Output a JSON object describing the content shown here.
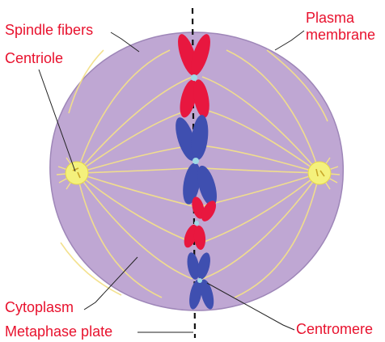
{
  "labels": {
    "spindle_fibers": "Spindle fibers",
    "centriole": "Centriole",
    "plasma_membrane_line1": "Plasma",
    "plasma_membrane_line2": "membrane",
    "cytoplasm": "Cytoplasm",
    "metaphase_plate": "Metaphase plate",
    "centromere": "Centromere"
  },
  "colors": {
    "label_text": "#e8112d",
    "cell_fill": "#bfa7d3",
    "cell_stroke": "#9e86b8",
    "spindle_fiber": "#f3e08a",
    "centriole_fill": "#f4f17c",
    "chromosome_red": "#e8173f",
    "chromosome_blue": "#3f4fb0",
    "centromere": "#9fd9e6",
    "pointer_line": "#222222",
    "metaphase_line": "#111111"
  },
  "icons": {
    "cell": "cell-body-icon",
    "centriole": "centriole-icon",
    "chromosome": "chromosome-icon"
  }
}
